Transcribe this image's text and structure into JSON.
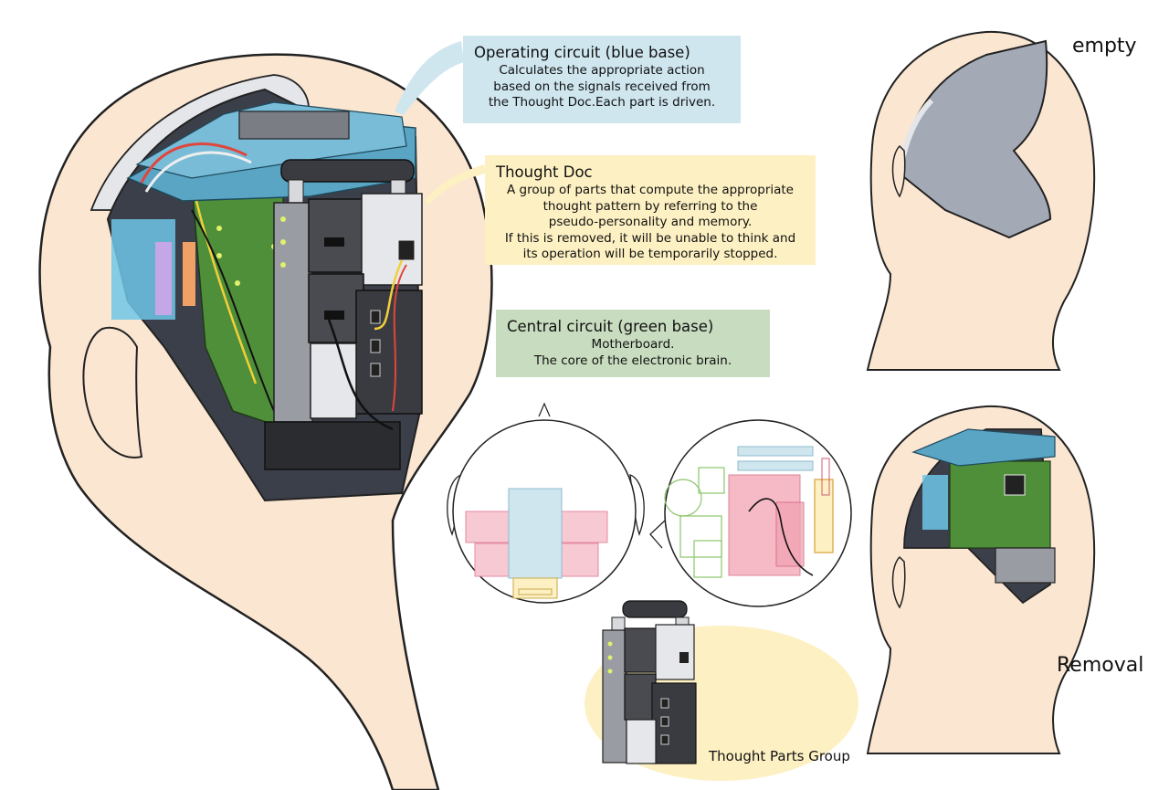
{
  "annotations": {
    "operating_circuit": {
      "title": "Operating circuit (blue base)",
      "lines": [
        "Calculates the appropriate action",
        "based on the signals received from",
        "the Thought Doc.Each part is driven."
      ]
    },
    "thought_doc": {
      "title": "Thought Doc",
      "lines": [
        "A group of parts that compute the appropriate",
        "thought pattern by referring to the",
        "pseudo-personality and memory.",
        "If this is removed, it will be unable to think and",
        "its operation will be temporarily stopped."
      ]
    },
    "central_circuit": {
      "title": "Central circuit (green base)",
      "lines": [
        "Motherboard.",
        "The core of the electronic brain."
      ]
    }
  },
  "labels": {
    "empty": "empty",
    "removal": "Removal",
    "thought_parts_group": "Thought Parts Group"
  },
  "colors": {
    "skin": "#fbe6d2",
    "operating_box": "#cfe6ef",
    "thought_box": "#fdf0c2",
    "central_box": "#c8dcbf",
    "circuit_blue": "#5aa4c4",
    "circuit_green": "#4f8f3a",
    "cavity_gray": "#a4a9b6"
  }
}
